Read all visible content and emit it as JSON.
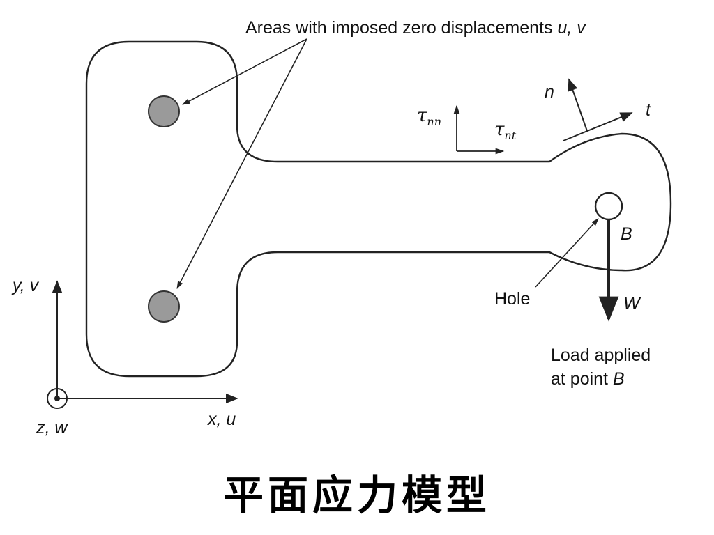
{
  "labels": {
    "fixed_areas": "Areas with imposed zero displacements ",
    "fixed_areas_vars": "u, v",
    "normal": "n",
    "tangent": "t",
    "tau": "τ",
    "tau_nn_sub": "nn",
    "tau_nt_sub": "nt",
    "point_b": "B",
    "hole": "Hole",
    "load_symbol": "W",
    "load_line1": "Load applied",
    "load_line2_prefix": "at point ",
    "load_line2_point": "B",
    "y_axis": "y, v",
    "x_axis": "x, u",
    "z_axis": "z, w"
  },
  "caption": "平面应力模型",
  "colors": {
    "stroke": "#222222",
    "support_fill": "#9a9a9a",
    "hole_fill": "#ffffff"
  }
}
